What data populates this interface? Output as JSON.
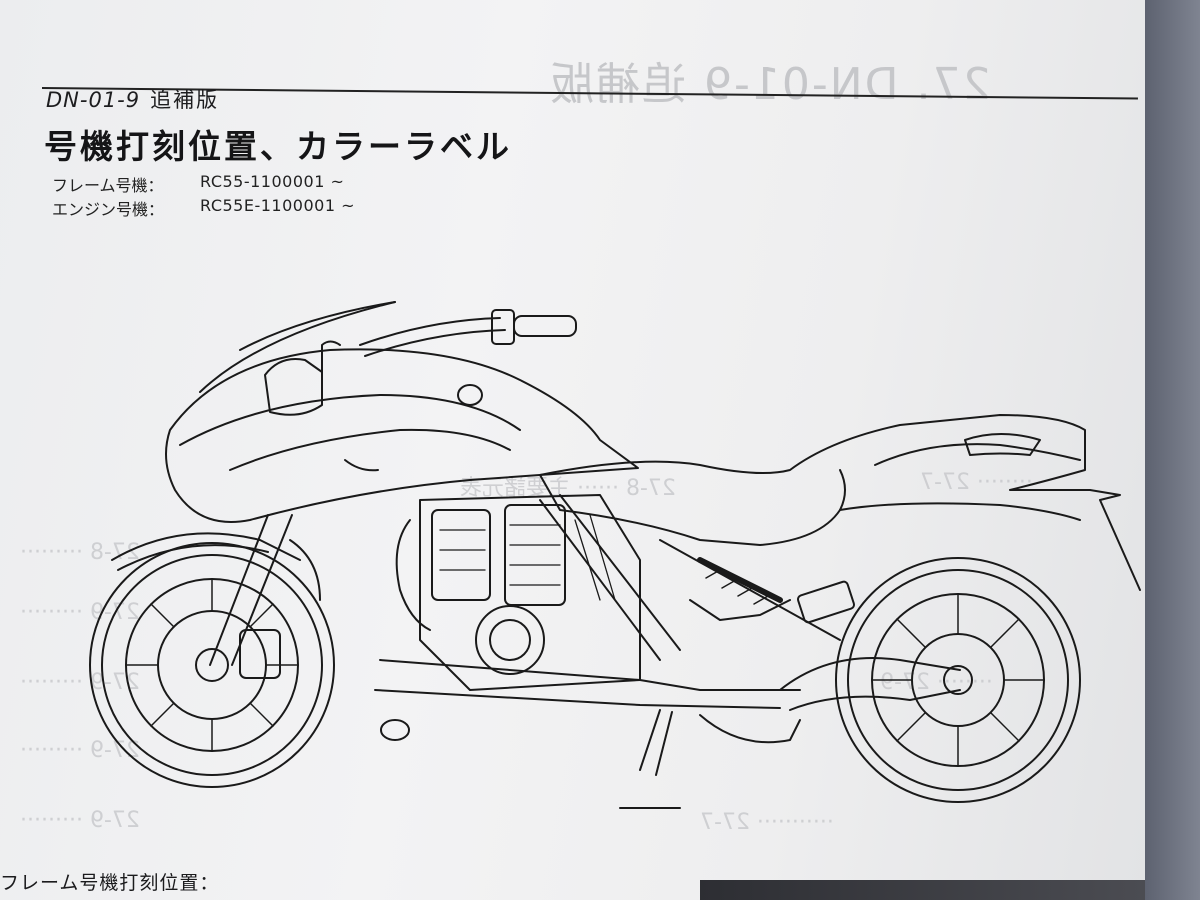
{
  "header": {
    "model": "DN-01-9",
    "edition": "追補版"
  },
  "title": "号機打刻位置、カラーラベル",
  "specs": [
    {
      "label": "フレーム号機：",
      "value": "RC55-1100001 ~"
    },
    {
      "label": "エンジン号機：",
      "value": "RC55E-1100001 ~"
    }
  ],
  "footer_label": "フレーム号機打刻位置：",
  "illustration": "motorcycle-line-drawing",
  "colors": {
    "paper": "#eeeef0",
    "ink": "#1a1a1a",
    "bleed": "#c7c8cb"
  }
}
